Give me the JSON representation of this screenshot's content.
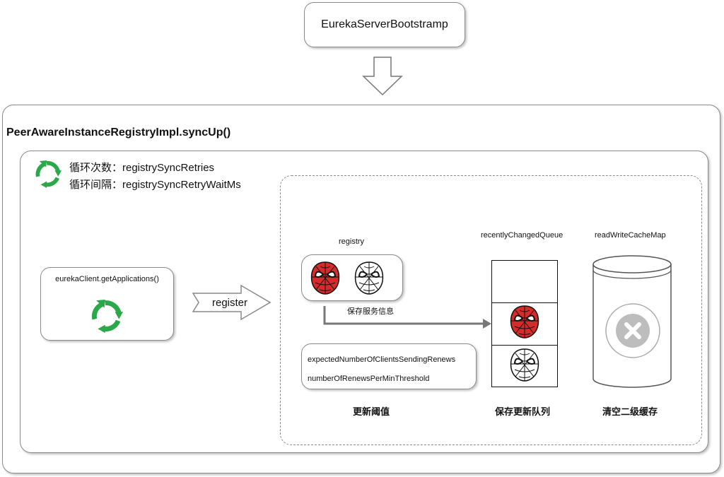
{
  "bootstrap": {
    "label": "EurekaServerBootstramp"
  },
  "outer": {
    "title": "PeerAwareInstanceRegistryImpl.syncUp()"
  },
  "loop": {
    "retries_label": "循环次数：registrySyncRetries",
    "wait_label": "循环间隔：registrySyncRetryWaitMs"
  },
  "client": {
    "label": "eurekaClient.getApplications()"
  },
  "register": {
    "label": "register"
  },
  "registry": {
    "label": "registry",
    "save_caption": "保存服务信息"
  },
  "thresholds": {
    "line1": "expectedNumberOfClientsSendingRenews",
    "line2": "numberOfRenewsPerMinThreshold",
    "caption": "更新阈值"
  },
  "queue": {
    "label": "recentlyChangedQueue",
    "caption": "保存更新队列"
  },
  "cache": {
    "label": "readWriteCacheMap",
    "caption": "清空二级缓存"
  },
  "colors": {
    "loop_green": "#2aa84a",
    "mask_red": "#d62b2b",
    "arrow_gray": "#777777"
  }
}
